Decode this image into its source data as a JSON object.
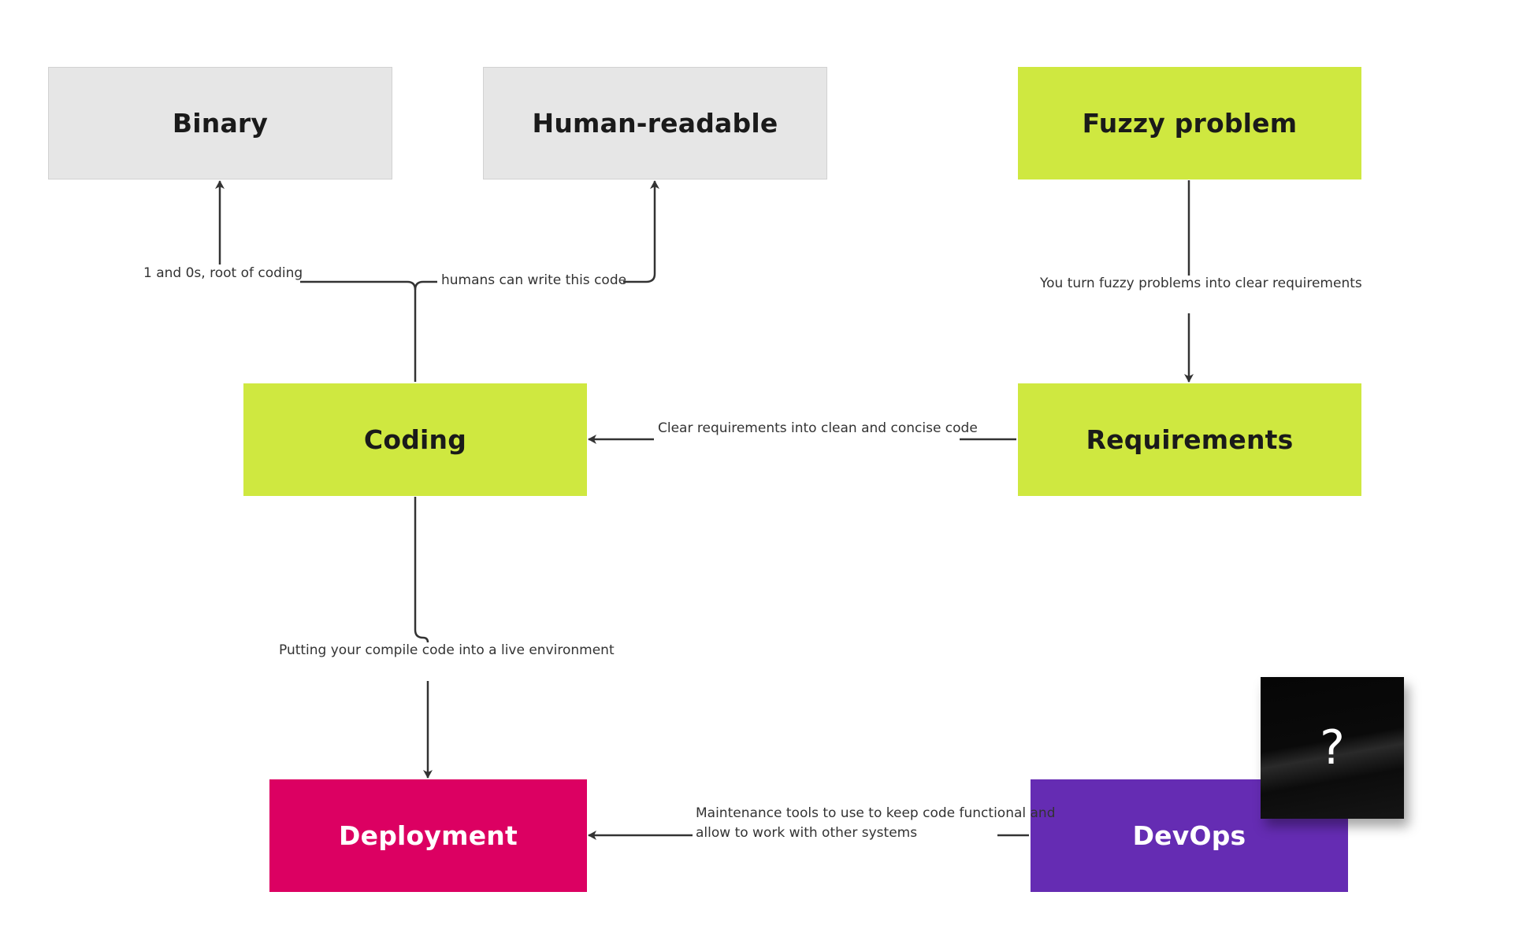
{
  "nodes": {
    "binary": "Binary",
    "human_readable": "Human-readable",
    "fuzzy_problem": "Fuzzy problem",
    "coding": "Coding",
    "requirements": "Requirements",
    "deployment": "Deployment",
    "devops": "DevOps"
  },
  "edges": {
    "coding_to_binary": "1 and 0s, root of coding",
    "coding_to_human": "humans can write this code",
    "fuzzy_to_requirements": "You turn fuzzy problems into clear requirements",
    "requirements_to_coding": "Clear requirements into clean and concise code",
    "coding_to_deployment": "Putting your compile code into a live environment",
    "devops_to_deployment": "Maintenance tools to use to keep code functional and\nallow to work with other systems"
  },
  "sticky_note": {
    "text": "?"
  },
  "colors": {
    "gray_box": "#e6e6e6",
    "lime_box": "#cfe840",
    "pink_box": "#dc0062",
    "purple_box": "#652cb3",
    "sticky_note": "#0a0a0a",
    "connector": "#333333"
  }
}
